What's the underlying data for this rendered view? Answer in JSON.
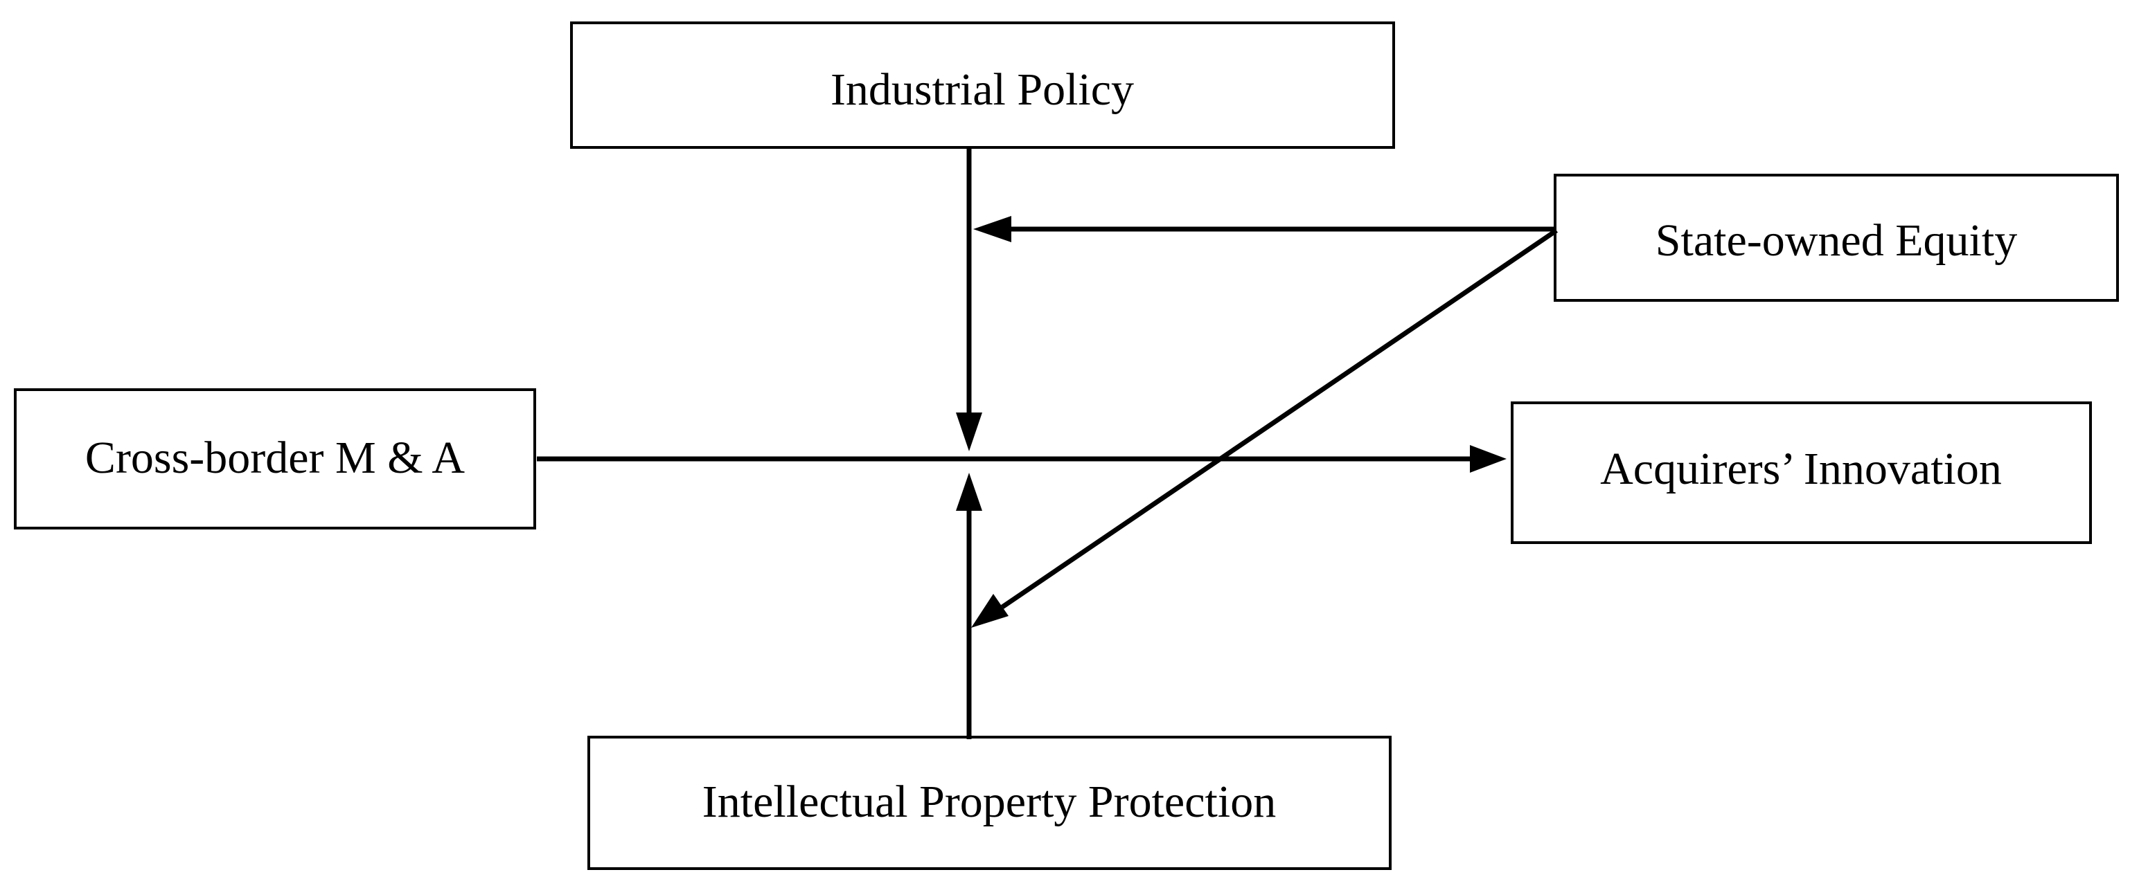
{
  "diagram": {
    "nodes": {
      "industrial_policy": "Industrial Policy",
      "state_owned_equity": "State-owned Equity",
      "cross_border_ma": "Cross-border M & A",
      "acquirers_innovation": "Acquirers’ Innovation",
      "ip_protection": "Intellectual Property Protection"
    },
    "edges": [
      {
        "from": "cross_border_ma",
        "to": "acquirers_innovation",
        "kind": "main effect"
      },
      {
        "from": "industrial_policy",
        "to": "cross_border_ma → acquirers_innovation",
        "kind": "moderation"
      },
      {
        "from": "ip_protection",
        "to": "cross_border_ma → acquirers_innovation",
        "kind": "moderation"
      },
      {
        "from": "state_owned_equity",
        "to": "industrial_policy moderation path",
        "kind": "moderation"
      },
      {
        "from": "state_owned_equity",
        "to": "ip_protection moderation path",
        "kind": "moderation"
      }
    ],
    "colors": {
      "stroke": "#000000",
      "background": "#ffffff"
    }
  }
}
